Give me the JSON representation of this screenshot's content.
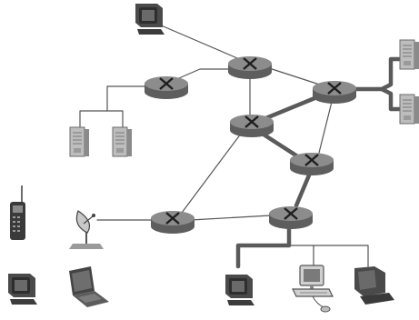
{
  "diagram": {
    "nodes": [
      {
        "id": "host-top",
        "kind": "workstation"
      },
      {
        "id": "router-top",
        "kind": "router"
      },
      {
        "id": "router-left",
        "kind": "router"
      },
      {
        "id": "router-right",
        "kind": "router"
      },
      {
        "id": "router-mid",
        "kind": "router"
      },
      {
        "id": "router-midright",
        "kind": "router"
      },
      {
        "id": "router-bottomleft",
        "kind": "router"
      },
      {
        "id": "router-bottomright",
        "kind": "router"
      },
      {
        "id": "server-left-a",
        "kind": "server"
      },
      {
        "id": "server-left-b",
        "kind": "server"
      },
      {
        "id": "server-right-a",
        "kind": "server"
      },
      {
        "id": "server-right-b",
        "kind": "server"
      },
      {
        "id": "cell-phone",
        "kind": "mobile-phone"
      },
      {
        "id": "satellite-dish",
        "kind": "satellite-dish"
      },
      {
        "id": "host-bottom-left",
        "kind": "workstation"
      },
      {
        "id": "laptop",
        "kind": "laptop"
      },
      {
        "id": "host-bottom-mid",
        "kind": "workstation"
      },
      {
        "id": "pc-desktop",
        "kind": "desktop-pc"
      },
      {
        "id": "host-bottom-right",
        "kind": "workstation"
      }
    ],
    "links": [
      {
        "from": "host-top",
        "to": "router-top",
        "style": "thin"
      },
      {
        "from": "router-top",
        "to": "router-left",
        "style": "thin"
      },
      {
        "from": "router-top",
        "to": "router-right",
        "style": "thin"
      },
      {
        "from": "router-top",
        "to": "router-mid",
        "style": "thin"
      },
      {
        "from": "router-right",
        "to": "router-mid",
        "style": "thick"
      },
      {
        "from": "router-right",
        "to": "router-midright",
        "style": "thin"
      },
      {
        "from": "router-mid",
        "to": "router-midright",
        "style": "thick"
      },
      {
        "from": "router-mid",
        "to": "router-bottomleft",
        "style": "thin"
      },
      {
        "from": "router-midright",
        "to": "router-bottomright",
        "style": "thick"
      },
      {
        "from": "router-bottomleft",
        "to": "router-bottomright",
        "style": "thin"
      },
      {
        "from": "router-bottomleft",
        "to": "satellite-dish",
        "style": "thin"
      },
      {
        "from": "router-left",
        "to": "server-left-a",
        "style": "thin"
      },
      {
        "from": "router-left",
        "to": "server-left-b",
        "style": "thin"
      },
      {
        "from": "router-right",
        "to": "server-right-a",
        "style": "thick"
      },
      {
        "from": "router-right",
        "to": "server-right-b",
        "style": "thick"
      },
      {
        "from": "router-bottomright",
        "to": "host-bottom-mid",
        "style": "thick"
      },
      {
        "from": "router-bottomright",
        "to": "pc-desktop",
        "style": "thin"
      },
      {
        "from": "router-bottomright",
        "to": "host-bottom-right",
        "style": "thin"
      }
    ],
    "colors": {
      "router_body": "#6f6f6f",
      "router_top": "#8c8c8c",
      "router_mark": "#1e1e1e",
      "thin_link": "#555555",
      "thick_link": "#5a5a5a",
      "device_dark": "#3c3c3c",
      "device_mid": "#8a8a8a",
      "device_light": "#c8c8c8"
    }
  }
}
